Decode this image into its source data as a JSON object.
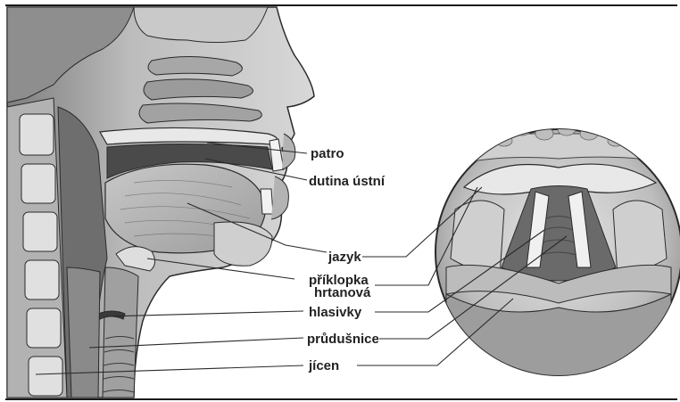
{
  "labels": {
    "patro": "patro",
    "dutina_ustni": "dutina ústní",
    "jazyk": "jazyk",
    "priklopka": "příklopka",
    "hrtanova": "hrtanová",
    "hlasivky": "hlasivky",
    "prudusnice": "průdušnice",
    "jicen": "jícen"
  },
  "colors": {
    "line": "#2a2a2a",
    "tissue_light": "#d9d9d9",
    "tissue_mid": "#a8a8a8",
    "tissue_dark": "#5a5a5a",
    "background": "#ffffff"
  }
}
